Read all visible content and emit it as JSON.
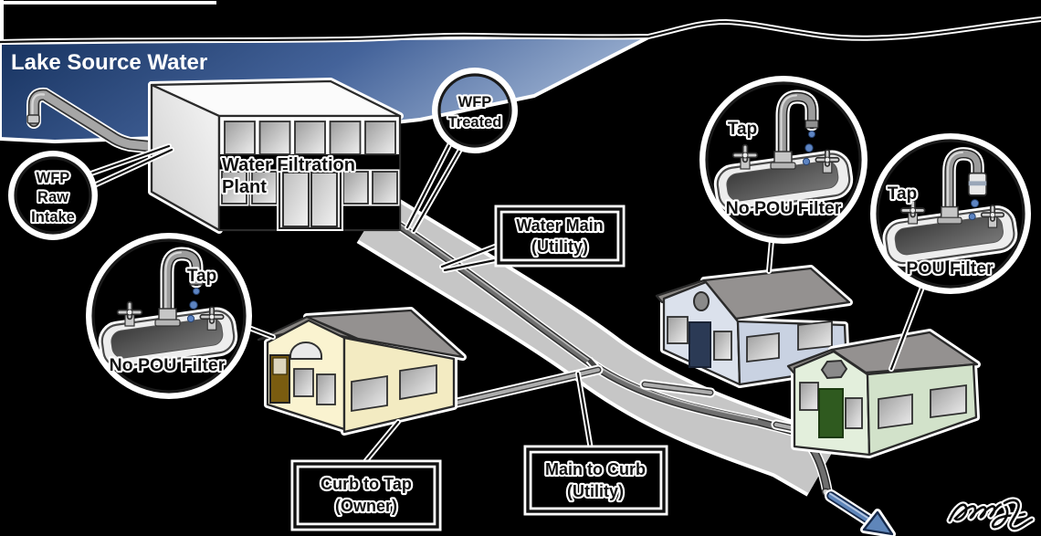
{
  "lake": {
    "label": "Lake Source Water"
  },
  "plant": {
    "name_line1": "Water Filtration",
    "name_line2": "Plant"
  },
  "markers": {
    "raw_intake": {
      "lines": [
        "WFP",
        "Raw",
        "Intake"
      ]
    },
    "treated": {
      "lines": [
        "WFP",
        "Treated"
      ]
    }
  },
  "taps": {
    "house_left": {
      "tap": "Tap",
      "filter": "No POU Filter"
    },
    "house_middle": {
      "tap": "Tap",
      "filter": "No POU Filter"
    },
    "house_right": {
      "tap": "Tap",
      "filter": "POU Filter"
    }
  },
  "segments": {
    "water_main": {
      "line1": "Water Main",
      "line2": "(Utility)"
    },
    "main_to_curb": {
      "line1": "Main to Curb",
      "line2": "(Utility)"
    },
    "curb_to_tap": {
      "line1": "Curb to Tap",
      "line2": "(Owner)"
    }
  },
  "colors": {
    "lake_dark": "#16325f",
    "lake_mid": "#44639a",
    "lake_light": "#9db2d2",
    "trench": "#c6c6c6",
    "main_pipe": "#6f6f6f",
    "house_left_wall": "#faf3d0",
    "house_left_door": "#7a5c10",
    "house_middle_wall": "#dbe1ec",
    "house_middle_door": "#2b3a55",
    "house_right_wall": "#e3efdc",
    "house_right_door": "#2f5a1f",
    "roof": "#949190",
    "arrow_blue": "#5f86ba",
    "drop_blue": "#5d84c2"
  }
}
